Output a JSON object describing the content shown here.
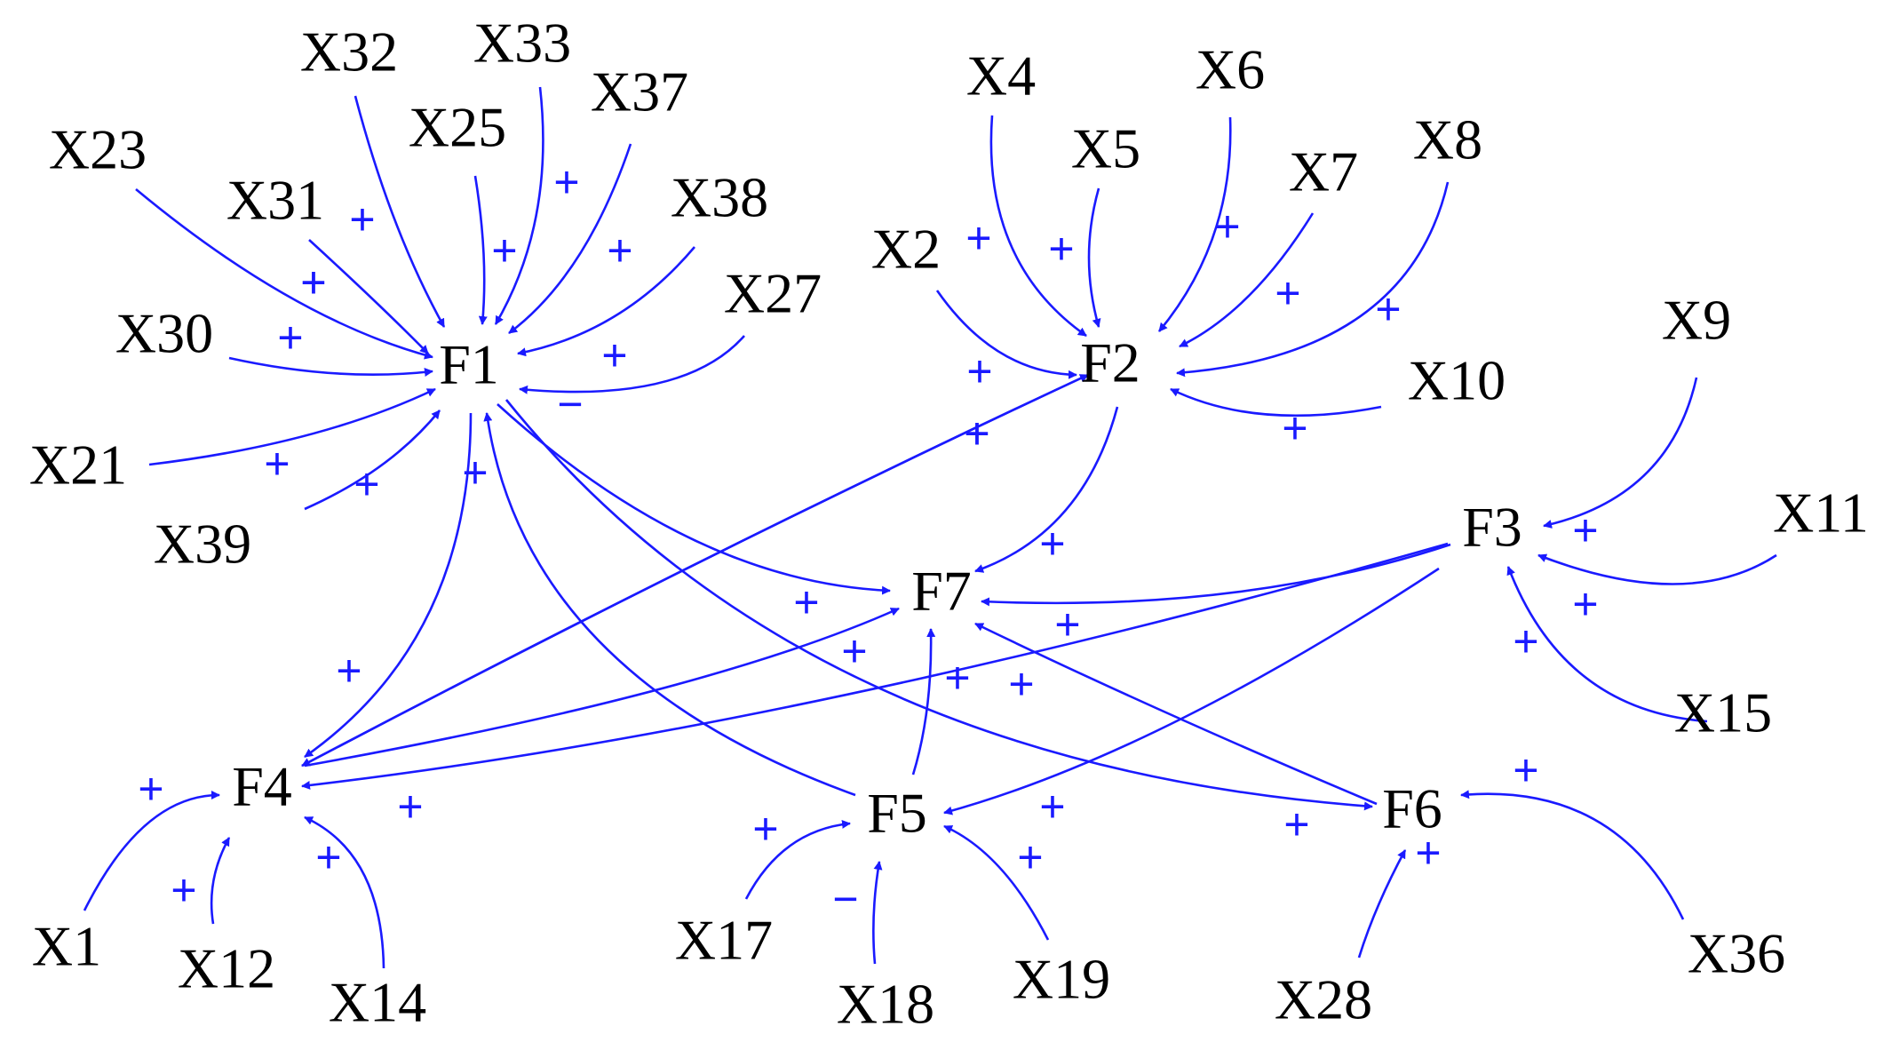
{
  "colors": {
    "edge": "#1a1aff",
    "text": "#000000",
    "background": "#ffffff"
  },
  "nodes": [
    {
      "id": "F1",
      "label": "F1"
    },
    {
      "id": "F2",
      "label": "F2"
    },
    {
      "id": "F3",
      "label": "F3"
    },
    {
      "id": "F4",
      "label": "F4"
    },
    {
      "id": "F5",
      "label": "F5"
    },
    {
      "id": "F6",
      "label": "F6"
    },
    {
      "id": "F7",
      "label": "F7"
    },
    {
      "id": "X1",
      "label": "X1"
    },
    {
      "id": "X2",
      "label": "X2"
    },
    {
      "id": "X4",
      "label": "X4"
    },
    {
      "id": "X5",
      "label": "X5"
    },
    {
      "id": "X6",
      "label": "X6"
    },
    {
      "id": "X7",
      "label": "X7"
    },
    {
      "id": "X8",
      "label": "X8"
    },
    {
      "id": "X9",
      "label": "X9"
    },
    {
      "id": "X10",
      "label": "X10"
    },
    {
      "id": "X11",
      "label": "X11"
    },
    {
      "id": "X12",
      "label": "X12"
    },
    {
      "id": "X14",
      "label": "X14"
    },
    {
      "id": "X15",
      "label": "X15"
    },
    {
      "id": "X17",
      "label": "X17"
    },
    {
      "id": "X18",
      "label": "X18"
    },
    {
      "id": "X19",
      "label": "X19"
    },
    {
      "id": "X21",
      "label": "X21"
    },
    {
      "id": "X23",
      "label": "X23"
    },
    {
      "id": "X25",
      "label": "X25"
    },
    {
      "id": "X27",
      "label": "X27"
    },
    {
      "id": "X28",
      "label": "X28"
    },
    {
      "id": "X30",
      "label": "X30"
    },
    {
      "id": "X31",
      "label": "X31"
    },
    {
      "id": "X32",
      "label": "X32"
    },
    {
      "id": "X33",
      "label": "X33"
    },
    {
      "id": "X36",
      "label": "X36"
    },
    {
      "id": "X37",
      "label": "X37"
    },
    {
      "id": "X38",
      "label": "X38"
    },
    {
      "id": "X39",
      "label": "X39"
    }
  ],
  "edges": [
    {
      "from": "X23",
      "to": "F1",
      "sign": "+"
    },
    {
      "from": "X31",
      "to": "F1",
      "sign": "+"
    },
    {
      "from": "X32",
      "to": "F1",
      "sign": "+"
    },
    {
      "from": "X25",
      "to": "F1",
      "sign": "+"
    },
    {
      "from": "X33",
      "to": "F1",
      "sign": "+"
    },
    {
      "from": "X37",
      "to": "F1",
      "sign": "+"
    },
    {
      "from": "X38",
      "to": "F1",
      "sign": "+"
    },
    {
      "from": "X27",
      "to": "F1",
      "sign": "-"
    },
    {
      "from": "X30",
      "to": "F1",
      "sign": "+"
    },
    {
      "from": "X21",
      "to": "F1",
      "sign": "+"
    },
    {
      "from": "X39",
      "to": "F1",
      "sign": "+"
    },
    {
      "from": "F5",
      "to": "F1",
      "sign": "+"
    },
    {
      "from": "X2",
      "to": "F2",
      "sign": "+"
    },
    {
      "from": "X4",
      "to": "F2",
      "sign": "+"
    },
    {
      "from": "X5",
      "to": "F2",
      "sign": "+"
    },
    {
      "from": "X6",
      "to": "F2",
      "sign": "+"
    },
    {
      "from": "X7",
      "to": "F2",
      "sign": "+"
    },
    {
      "from": "X8",
      "to": "F2",
      "sign": "+"
    },
    {
      "from": "X10",
      "to": "F2",
      "sign": "+"
    },
    {
      "from": "F4",
      "to": "F2",
      "sign": "+"
    },
    {
      "from": "X9",
      "to": "F3",
      "sign": "+"
    },
    {
      "from": "X11",
      "to": "F3",
      "sign": "+"
    },
    {
      "from": "X15",
      "to": "F3",
      "sign": "+"
    },
    {
      "from": "F1",
      "to": "F4",
      "sign": "+"
    },
    {
      "from": "F2",
      "to": "F4",
      "sign": "+"
    },
    {
      "from": "F3",
      "to": "F4",
      "sign": "+"
    },
    {
      "from": "X1",
      "to": "F4",
      "sign": "+"
    },
    {
      "from": "X12",
      "to": "F4",
      "sign": "+"
    },
    {
      "from": "X14",
      "to": "F4",
      "sign": "+"
    },
    {
      "from": "F3",
      "to": "F5",
      "sign": "+"
    },
    {
      "from": "X17",
      "to": "F5",
      "sign": "+"
    },
    {
      "from": "X18",
      "to": "F5",
      "sign": "-"
    },
    {
      "from": "X19",
      "to": "F5",
      "sign": "+"
    },
    {
      "from": "F1",
      "to": "F6",
      "sign": "+"
    },
    {
      "from": "X28",
      "to": "F6",
      "sign": "+"
    },
    {
      "from": "X36",
      "to": "F6",
      "sign": "+"
    },
    {
      "from": "F1",
      "to": "F7",
      "sign": "+"
    },
    {
      "from": "F2",
      "to": "F7",
      "sign": "+"
    },
    {
      "from": "F3",
      "to": "F7",
      "sign": "+"
    },
    {
      "from": "F4",
      "to": "F7",
      "sign": "+"
    },
    {
      "from": "F5",
      "to": "F7",
      "sign": "+"
    },
    {
      "from": "F6",
      "to": "F7",
      "sign": "+"
    }
  ]
}
